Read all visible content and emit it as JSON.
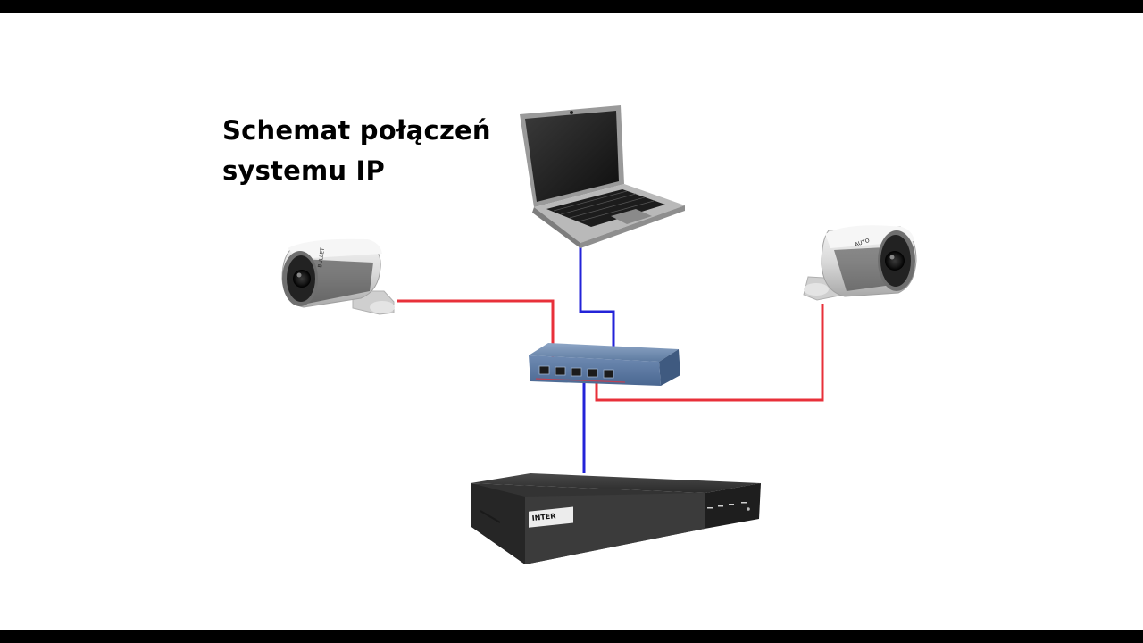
{
  "title": {
    "line1": "Schemat połączeń",
    "line2": "systemu IP"
  },
  "devices": {
    "nvr_brand": "INTER"
  },
  "colors": {
    "poe_cable": "#e8303a",
    "lan_cable": "#2323d8",
    "background": "#ffffff",
    "letterbox": "#000000"
  },
  "icons": [
    "laptop-icon",
    "ip-camera-icon",
    "poe-switch-icon",
    "nvr-recorder-icon"
  ]
}
